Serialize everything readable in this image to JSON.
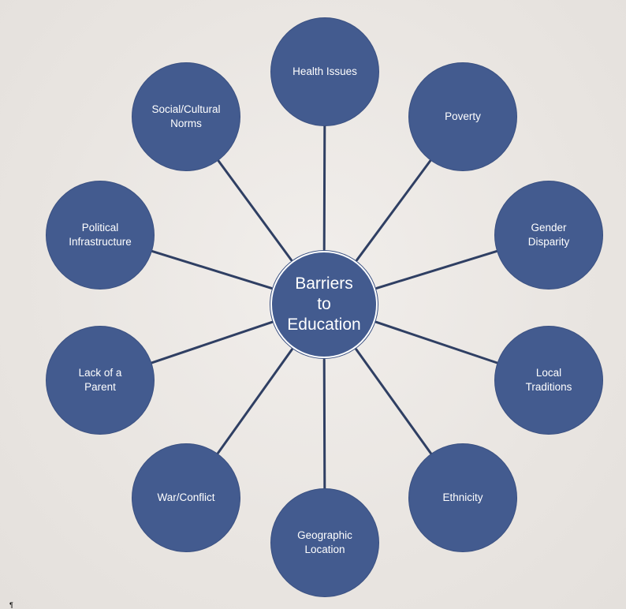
{
  "diagram": {
    "center": {
      "label": "Barriers\nto\nEducation"
    },
    "nodes": [
      {
        "id": "health-issues",
        "label": "Health Issues"
      },
      {
        "id": "poverty",
        "label": "Poverty"
      },
      {
        "id": "gender-disparity",
        "label": "Gender\nDisparity"
      },
      {
        "id": "local-traditions",
        "label": "Local\nTraditions"
      },
      {
        "id": "ethnicity",
        "label": "Ethnicity"
      },
      {
        "id": "geographic-location",
        "label": "Geographic\nLocation"
      },
      {
        "id": "war-conflict",
        "label": "War/Conflict"
      },
      {
        "id": "lack-of-a-parent",
        "label": "Lack of a\nParent"
      },
      {
        "id": "political-infrastructure",
        "label": "Political\nInfrastructure"
      },
      {
        "id": "social-cultural-norms",
        "label": "Social/Cultural\nNorms"
      }
    ],
    "colors": {
      "node_fill": "#435b8f",
      "connector": "#2f3f63",
      "text": "#ffffff"
    }
  },
  "footer": {
    "mark": "¶"
  }
}
